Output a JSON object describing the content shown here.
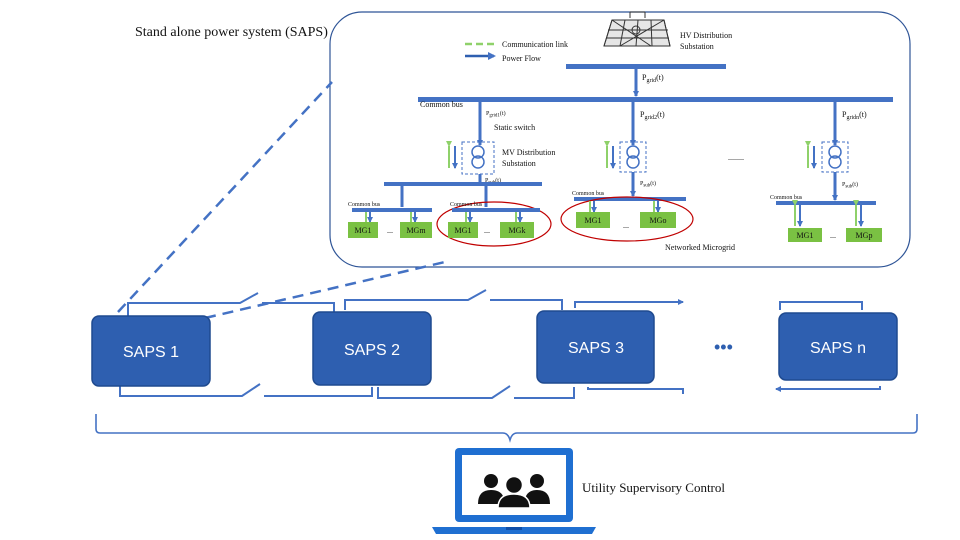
{
  "saps_system_title": "Stand alone power system (SAPS)",
  "legend": {
    "communication_link": "Communication link",
    "power_flow": "Power Flow"
  },
  "hv_substation": [
    "HV Distribution",
    "Substation"
  ],
  "common_bus": "Common bus",
  "static_switch": "Static switch",
  "mv_substation": [
    "MV Distribution",
    "Substation"
  ],
  "p_grid": "P",
  "p_grid_sub": "grid",
  "p_t": "(t)",
  "feeders": [
    {
      "p_sub": "grid1"
    },
    {
      "p_sub": "grid2"
    },
    {
      "p_sub": "gridn"
    }
  ],
  "p_sub_label": "sub",
  "ellipsis": "........",
  "microgrid_groups": [
    {
      "left": "MG1",
      "right": "MGm"
    },
    {
      "left": "MG1",
      "right": "MGk"
    },
    {
      "left": "MG1",
      "right": "MGo"
    },
    {
      "left": "MG1",
      "right": "MGp"
    }
  ],
  "mg_dots": "...",
  "networked_microgrid": "Networked Microgrid",
  "saps_units": [
    "SAPS 1",
    "SAPS 2",
    "SAPS 3",
    "SAPS n"
  ],
  "saps_dots": "•••",
  "utility_supervisory_control": "Utility Supervisory Control",
  "colors": {
    "bus_blue": "#4472c4",
    "saps_blue": "#2e5fb0",
    "mg_green": "#7ac143",
    "comm_green": "#8fd16a",
    "ellipse_red": "#c00000",
    "laptop_blue": "#1f6fd1"
  },
  "icons": [
    "hv-substation-icon",
    "transformer-icon",
    "bidirectional-arrow-icon",
    "users-group-icon",
    "laptop-icon"
  ]
}
